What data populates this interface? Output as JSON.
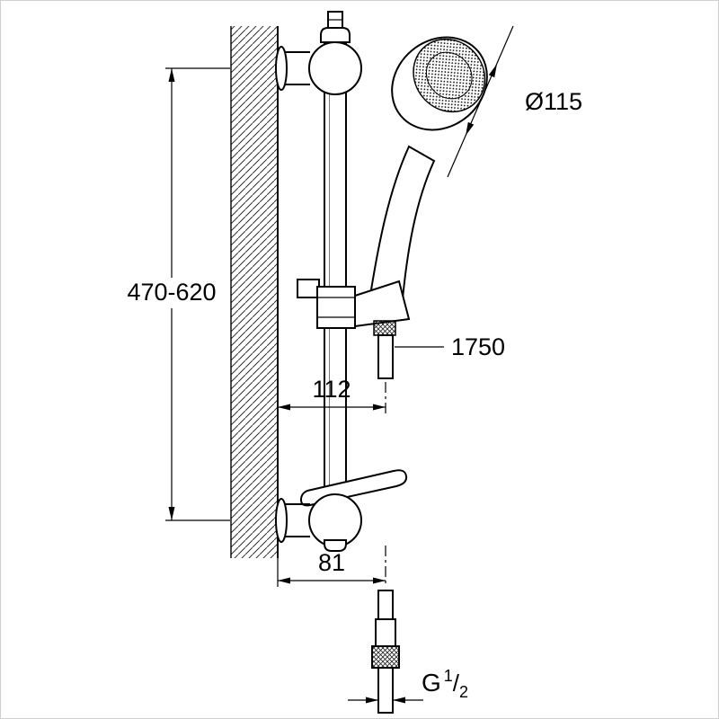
{
  "page": {
    "background": "#ffffff",
    "line_color": "#000000",
    "description": "Technical dimension drawing of a wall-mounted shower rail set with hand shower, hose and connector"
  },
  "dimensions": {
    "height_range": "470-620",
    "head_diameter": "Ø115",
    "hose_length": "1750",
    "hand_shower_offset": "112",
    "outlet_offset": "81",
    "thread": {
      "prefix": "G",
      "numerator": "1",
      "slash": "/",
      "denominator": "2"
    }
  }
}
